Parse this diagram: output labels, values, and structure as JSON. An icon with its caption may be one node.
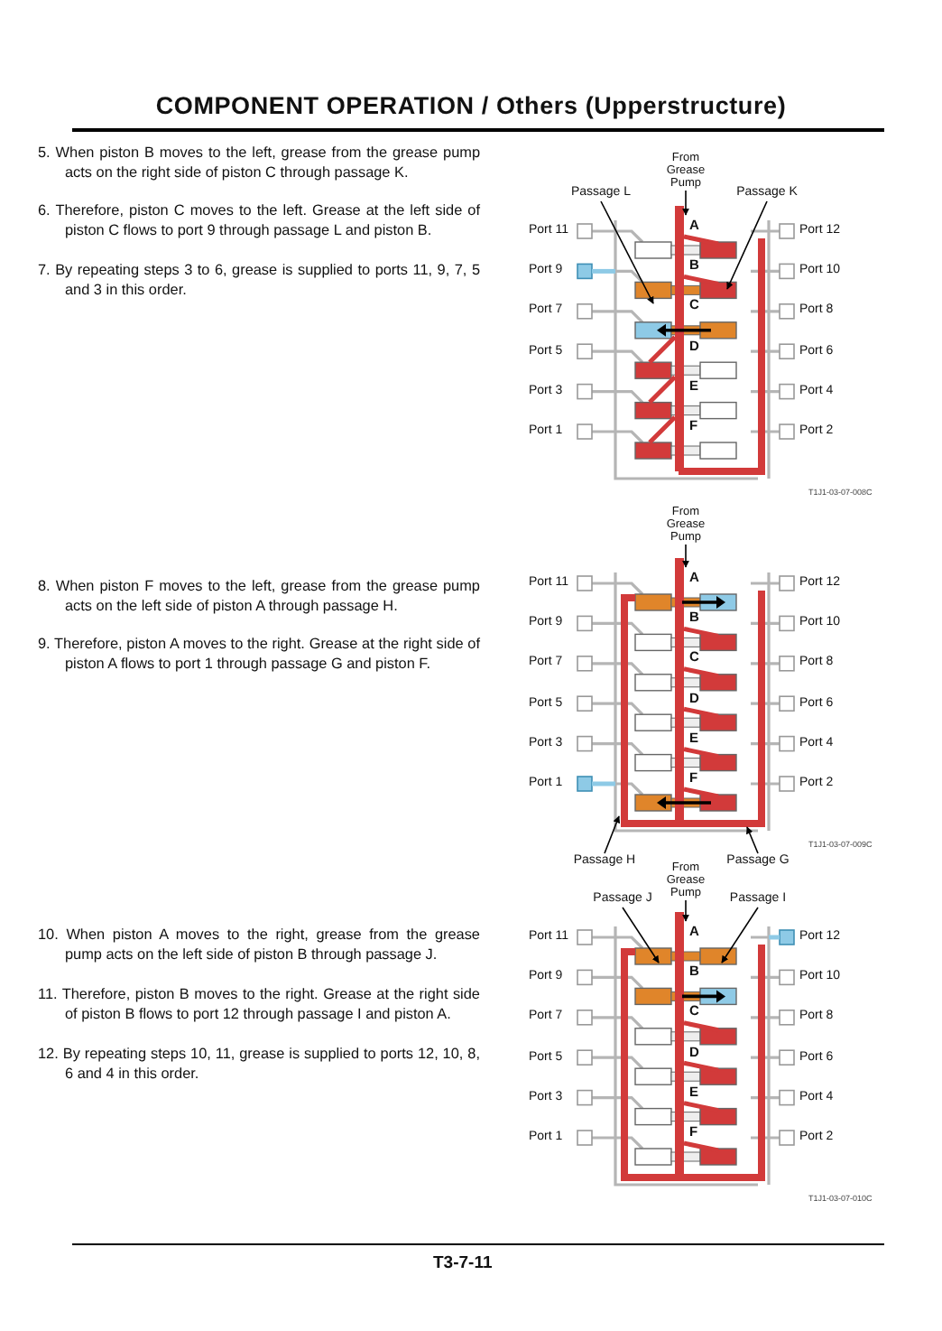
{
  "diagram": {
    "title": "COMPONENT OPERATION / Others (Upperstructure)",
    "nodes": [
      {
        "text": [
          "Passage L"
        ]
      },
      {
        "text": [
          "From Grease Pump"
        ]
      },
      {
        "text": [
          "Passage K"
        ]
      },
      {
        "text": [
          "From Grease Pump"
        ]
      },
      {
        "text": [
          "Passage H"
        ]
      },
      {
        "text": [
          "Passage G"
        ]
      },
      {
        "text": [
          "From Grease Pump"
        ]
      },
      {
        "text": [
          "Passage J"
        ]
      },
      {
        "text": [
          "Passage I"
        ]
      },
      {
        "text": [],
        "shape": "picture"
      },
      {
        "text": [],
        "shape": "picture"
      },
      {
        "text": [],
        "shape": "picture"
      }
    ],
    "edges": [
      {
        "from": 0,
        "to": 9,
        "arrow": "to"
      },
      {
        "from": 1,
        "to": 9,
        "arrow": "to"
      },
      {
        "from": 2,
        "to": 9,
        "arrow": "to"
      },
      {
        "from": 3,
        "to": 10,
        "arrow": "to"
      },
      {
        "from": 4,
        "to": 10,
        "arrow": "to"
      },
      {
        "from": 5,
        "to": 10,
        "arrow": "to"
      },
      {
        "from": 6,
        "to": 11,
        "arrow": "to"
      },
      {
        "from": 7,
        "to": 11,
        "arrow": "to"
      },
      {
        "from": 8,
        "to": 11,
        "arrow": "to"
      }
    ],
    "labels": [
      "5. When piston B moves to the left, grease from the grease pump acts on the right side of piston C through passage K.",
      "6. Therefore, piston C moves to the left. Grease at the left side of piston C flows to port 9 through passage L and piston B.",
      "7. By repeating steps 3 to 6, grease is supplied to ports 11, 9, 7, 5 and 3 in this order.",
      "Port 11",
      "A",
      "Port 12",
      "Port 9",
      "B",
      "Port 10",
      "Port 7",
      "C",
      "Port 8",
      "Port 5",
      "D",
      "Port 6",
      "Port 3",
      "E",
      "Port 4",
      "Port 1",
      "F",
      "Port 2",
      "T1J1-03-07-008C",
      "8. When piston F moves to the left, grease from the grease pump acts on the left side of piston A through passage H.",
      "9. Therefore, piston A moves to the right. Grease at the right side of piston A flows to port 1 through passage G and piston F.",
      "Port 11",
      "A",
      "Port 12",
      "Port 9",
      "B",
      "Port 10",
      "Port 7",
      "C",
      "Port 8",
      "Port 5",
      "D",
      "Port 6",
      "Port 3",
      "E",
      "Port 4",
      "Port 1",
      "F",
      "Port 2",
      "T1J1-03-07-009C",
      "10. When piston A moves to the right, grease from the grease pump acts on the left side of piston B through passage J.",
      "11. Therefore, piston B moves to the right. Grease at the right side of piston B flows to port 12 through passage I and piston A.",
      "12. By repeating steps 10, 11, grease is supplied to ports 12, 10, 8, 6 and 4 in this order.",
      "Port 11",
      "A",
      "Port 12",
      "Port 9",
      "B",
      "Port 10",
      "Port 7",
      "C",
      "Port 8",
      "Port 5",
      "D",
      "Port 6",
      "Port 3",
      "E",
      "Port 4",
      "Port 1",
      "F",
      "Port 2",
      "T1J1-03-07-010C",
      "T3-7-11"
    ]
  }
}
